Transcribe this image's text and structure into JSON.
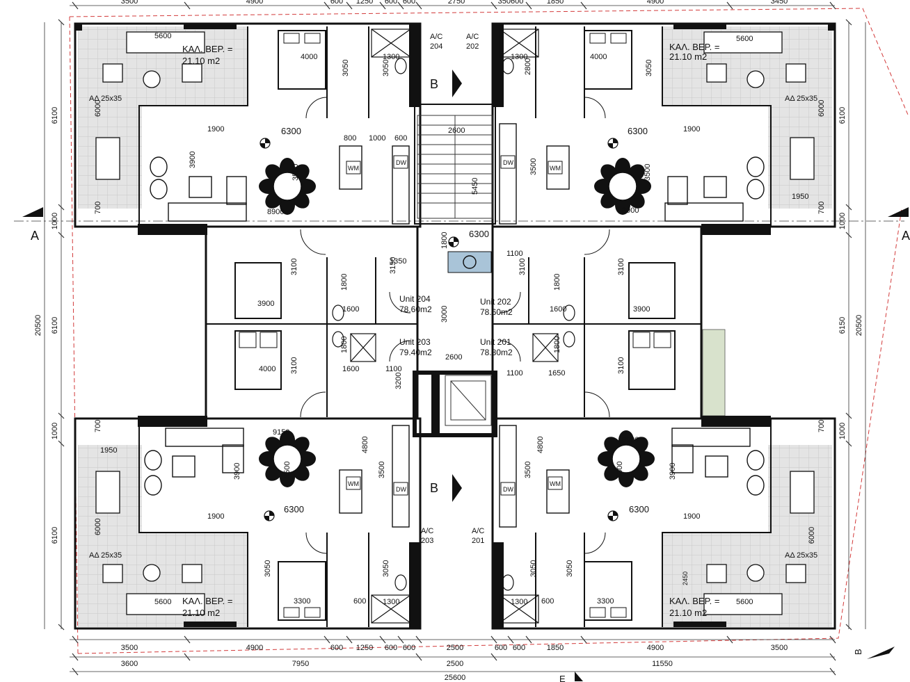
{
  "plan": {
    "section_markers": {
      "a_left": "A",
      "a_right": "A",
      "b_top": "B",
      "b_bottom": "B",
      "b_corner": "B",
      "e_bottom": "E"
    },
    "units": [
      {
        "name": "Unit 204",
        "area": "78.60m2"
      },
      {
        "name": "Unit 202",
        "area": "78.60m2"
      },
      {
        "name": "Unit 203",
        "area": "79.40m2"
      },
      {
        "name": "Unit 201",
        "area": "78.80m2"
      }
    ],
    "verandas": {
      "label": "ΚΑΛ. ΒΕΡ. =",
      "area": "21.10 m2"
    },
    "ac_labels": {
      "prefix": "A/C",
      "tl": "204",
      "tr": "202",
      "bl": "203",
      "br": "201"
    },
    "ad_label": "ΑΔ 25x35",
    "appliances": {
      "washer": "WM",
      "dishwasher": "DW"
    },
    "top_dims": [
      "3500",
      "4900",
      "600",
      "1250",
      "600",
      "600",
      "2750",
      "350600",
      "1850",
      "4900",
      "3450"
    ],
    "bottom_dims_row1": [
      "3500",
      "4900",
      "600",
      "1250",
      "600",
      "600",
      "2500",
      "600",
      "600",
      "1850",
      "4900",
      "3500"
    ],
    "bottom_dims_row2": [
      "3600",
      "7950",
      "2500",
      "11550"
    ],
    "bottom_total": "25600",
    "left_dims": [
      "6100",
      "1000",
      "6100",
      "1000",
      "6100"
    ],
    "left_total": "20500",
    "right_dims": [
      "6100",
      "1000",
      "6150",
      "1000",
      "6000"
    ],
    "right_total": "20500",
    "interior": {
      "d5600": "5600",
      "d1300": "1300",
      "d4000": "4000",
      "d3050": "3050",
      "d2800": "2800",
      "d6000": "6000",
      "d1900": "1900",
      "d6300": "6300",
      "d800": "800",
      "d1000": "1000",
      "d600": "600",
      "d2600": "2600",
      "d3900": "3900",
      "d3500": "3500",
      "d8900": "8900",
      "d5450": "5450",
      "d700": "700",
      "d1950": "1950",
      "d1800": "1800",
      "d1100": "1100",
      "d3100": "3100",
      "d1350": "1350",
      "d3150": "3150",
      "d1600": "1600",
      "d3000": "3000",
      "d1650": "1650",
      "d3200": "3200",
      "d9150": "9150",
      "d4800": "4800",
      "d3300": "3300",
      "d2450": "2450"
    }
  }
}
